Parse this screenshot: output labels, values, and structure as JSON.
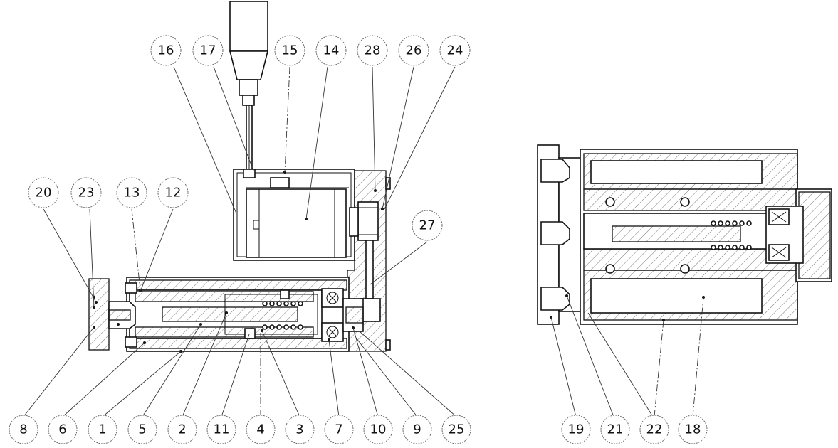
{
  "left_view": {
    "top_labels": [
      "16",
      "17",
      "15",
      "14",
      "28",
      "26",
      "24"
    ],
    "side_labels": [
      "20",
      "23",
      "13",
      "12",
      "27"
    ],
    "bottom_labels": [
      "8",
      "6",
      "1",
      "5",
      "2",
      "11",
      "4",
      "3",
      "7",
      "10",
      "9",
      "25"
    ]
  },
  "right_view": {
    "bottom_labels": [
      "19",
      "21",
      "22",
      "18"
    ]
  }
}
